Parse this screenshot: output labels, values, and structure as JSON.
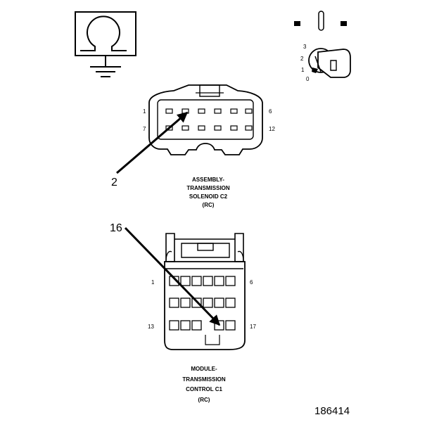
{
  "ohmmeter": {
    "icon": "ohm-symbol-icon",
    "ground_icon": "ground-icon"
  },
  "ignition": {
    "icon": "ignition-key-icon",
    "positions": [
      "3",
      "2",
      "1",
      "0"
    ]
  },
  "connector_c2": {
    "pin_labels": {
      "top_left": "1",
      "top_right": "6",
      "bottom_left": "7",
      "bottom_right": "12"
    },
    "callout": "2",
    "caption": [
      "ASSEMBLY-",
      "TRANSMISSION",
      "SOLENOID C2",
      "(RC)"
    ]
  },
  "connector_c1": {
    "pin_labels": {
      "top_left": "1",
      "top_right": "6",
      "bottom_left": "13",
      "bottom_right": "17"
    },
    "callout": "16",
    "caption": [
      "MODULE-",
      "TRANSMISSION",
      "CONTROL C1",
      "(RC)"
    ]
  },
  "figure_number": "186414"
}
